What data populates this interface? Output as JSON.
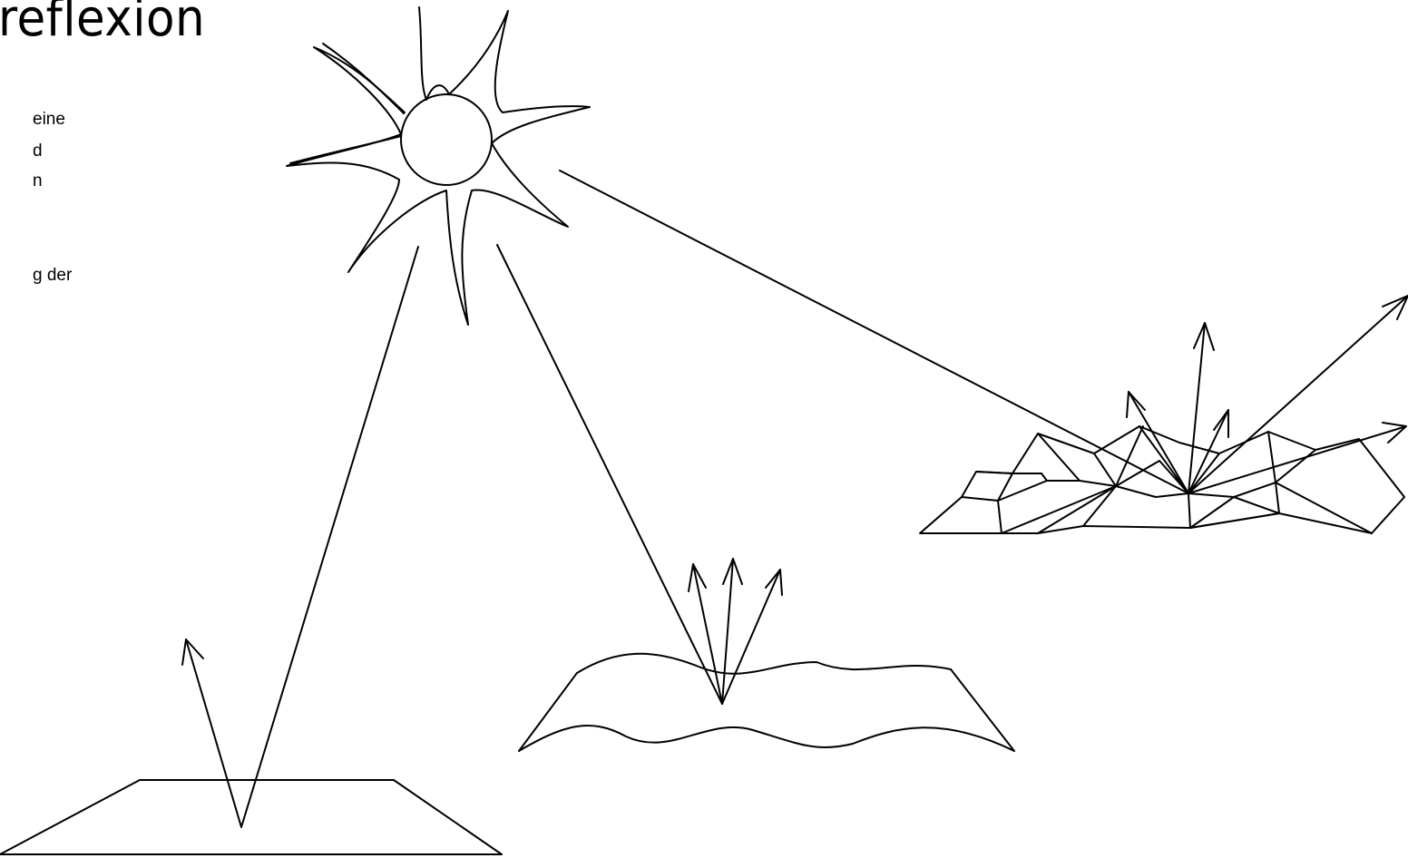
{
  "title": "reflexion",
  "text_lines": [
    "eine",
    "d",
    "n",
    "g der"
  ],
  "colors": {
    "stroke": "#000000",
    "background": "#ffffff"
  }
}
